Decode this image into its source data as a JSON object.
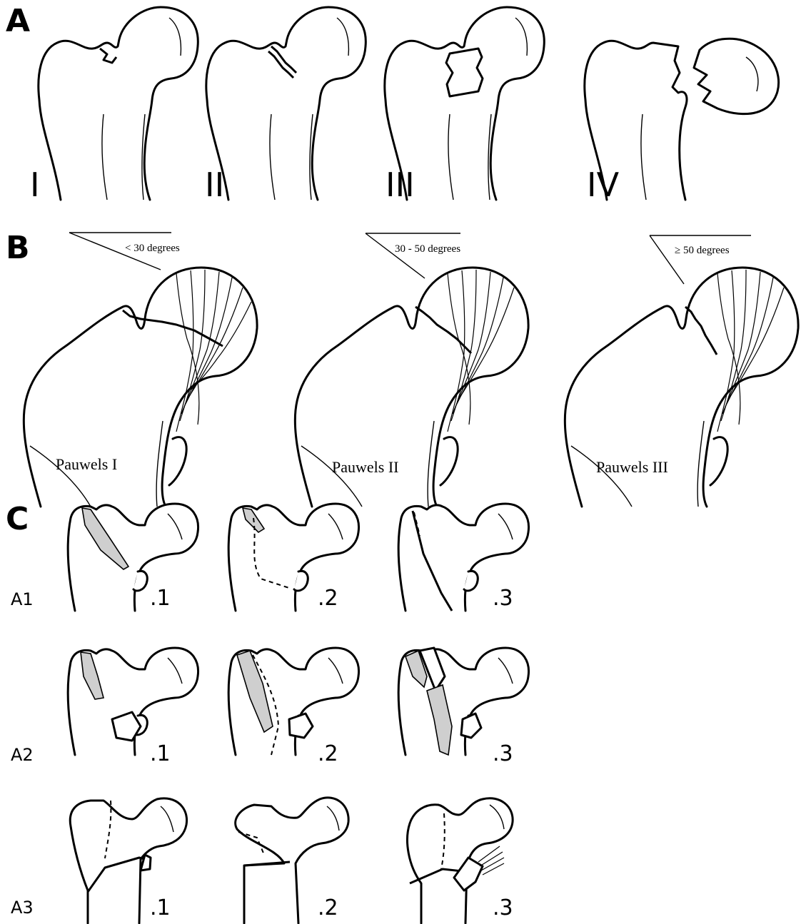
{
  "panels": {
    "a": {
      "letter": "A",
      "labels": [
        "I",
        "II",
        "III",
        "IV"
      ]
    },
    "b": {
      "letter": "B",
      "angles": [
        "< 30 degrees",
        "30 - 50 degrees",
        "≥ 50 degrees"
      ],
      "labels": [
        "Pauwels I",
        "Pauwels II",
        "Pauwels III"
      ]
    },
    "c": {
      "letter": "C",
      "rows": [
        "A1",
        "A2",
        "A3"
      ],
      "subs": [
        ".1",
        ".2",
        ".3"
      ]
    }
  },
  "colors": {
    "line": "#000000",
    "background": "#ffffff",
    "fill_shade": "#cfcfcf"
  }
}
